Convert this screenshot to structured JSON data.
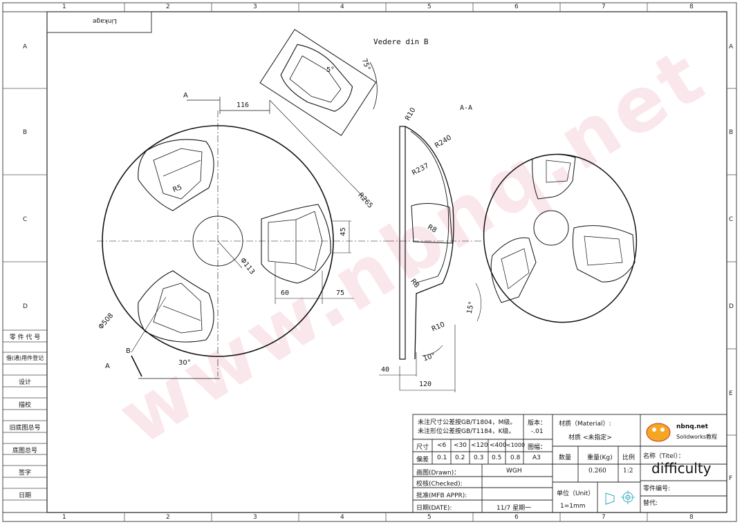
{
  "columns": [
    "1",
    "2",
    "3",
    "4",
    "5",
    "6",
    "7",
    "8"
  ],
  "rows": [
    "A",
    "B",
    "C",
    "D",
    "E",
    "F"
  ],
  "rows_left": [
    "A",
    "B",
    "C",
    "D"
  ],
  "stamp": "Linkage",
  "side_labels": [
    "零 件 代 号",
    "借(通)用件登记",
    "设计",
    "描校",
    "旧底图总号",
    "底图总号",
    "签字",
    "日期"
  ],
  "view_titles": {
    "detail": "Vedere din B",
    "section": "A-A"
  },
  "dims": {
    "d116": "116",
    "d75deg": "75°",
    "d5deg": "5°",
    "R10a": "R10",
    "R240": "R240",
    "R237": "R237",
    "R265": "R265",
    "R5": "R5",
    "d45": "45",
    "d113": "Φ113",
    "d60": "60",
    "d75": "75",
    "d508": "Φ508",
    "d30": "30°",
    "R8a": "R8",
    "R8b": "R8",
    "d15": "15°",
    "R10b": "R10",
    "d10": "10°",
    "d40": "40",
    "d120": "120",
    "A_top": "A",
    "A_bot": "A",
    "B": "B"
  },
  "title_block": {
    "tol_note1": "未注尺寸公差按GB/T1804，M级。",
    "tol_note2": "未注形位公差按GB/T1184，K级。",
    "version_label": "版本：",
    "version_value": "-.01",
    "sheet_size_label": "图幅：",
    "sheet_size": "A3",
    "size_row_label": "尺寸",
    "size_cols": [
      "<6",
      "<30",
      "<120",
      "<400",
      "<1000"
    ],
    "dev_row_label": "偏差",
    "dev_cols": [
      "0.1",
      "0.2",
      "0.3",
      "0.5",
      "0.8"
    ],
    "drawn_label": "画图(Drawn)：",
    "drawn_value": "WGH",
    "checked_label": "校核(Checked):",
    "approved_label": "批准(MFB APPR):",
    "date_label": "日期(DATE):",
    "date_value": "11/7  星期一",
    "material_label": "材质（Material）:",
    "material_value": "材质 <未指定>",
    "qty_label": "数量",
    "weight_label": "重量(Kg)",
    "weight_value": "0.260",
    "scale_label": "比例",
    "scale_value": "1:2",
    "unit_label": "单位（Unit）",
    "unit_value": "1=1mm",
    "name_label": "名称（Titel）：",
    "name_value": "difficulty",
    "part_no_label": "零件编号:",
    "replace_label": "替代:",
    "logo_site": "nbnq.net",
    "logo_sub": "Solidworks教程"
  },
  "watermark": "www.nbnq.net"
}
